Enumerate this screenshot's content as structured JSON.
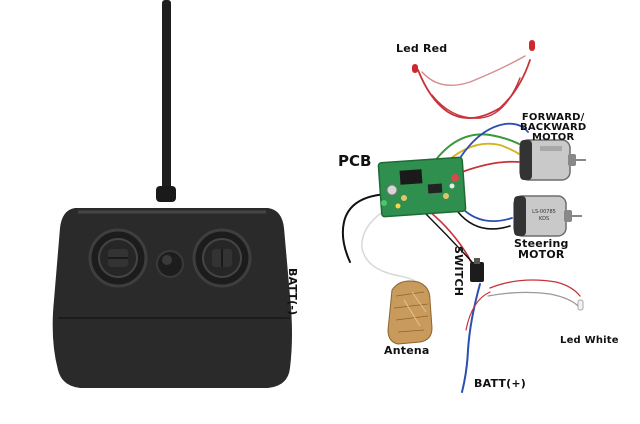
{
  "labels": {
    "led_red": "Led Red",
    "forward_backward_motor": [
      "FORWARD/",
      "BACKWARD",
      "MOTOR"
    ],
    "pcb": "PCB",
    "steering_motor": [
      "Steering",
      "MOTOR"
    ],
    "batt_minus": "BATT(-)",
    "switch": "SWITCH",
    "antena": "Antena",
    "led_white": "Led White",
    "batt_plus": "BATT(+)",
    "motor_print": [
      "LS-00785",
      "KDS"
    ]
  },
  "colors": {
    "remote_body": "#2a2a2a",
    "antenna": "#1e1e1e",
    "pcb_board": "#2f8f4e",
    "motor_metal": "#c9c9c9",
    "antenna_foil": "#c89a5b",
    "wire_red": "#c8323a",
    "wire_blue": "#2a4fb0",
    "wire_green": "#3a9a3a",
    "wire_yellow": "#d6b21e",
    "wire_black": "#111111",
    "wire_white": "#eeeeee"
  }
}
